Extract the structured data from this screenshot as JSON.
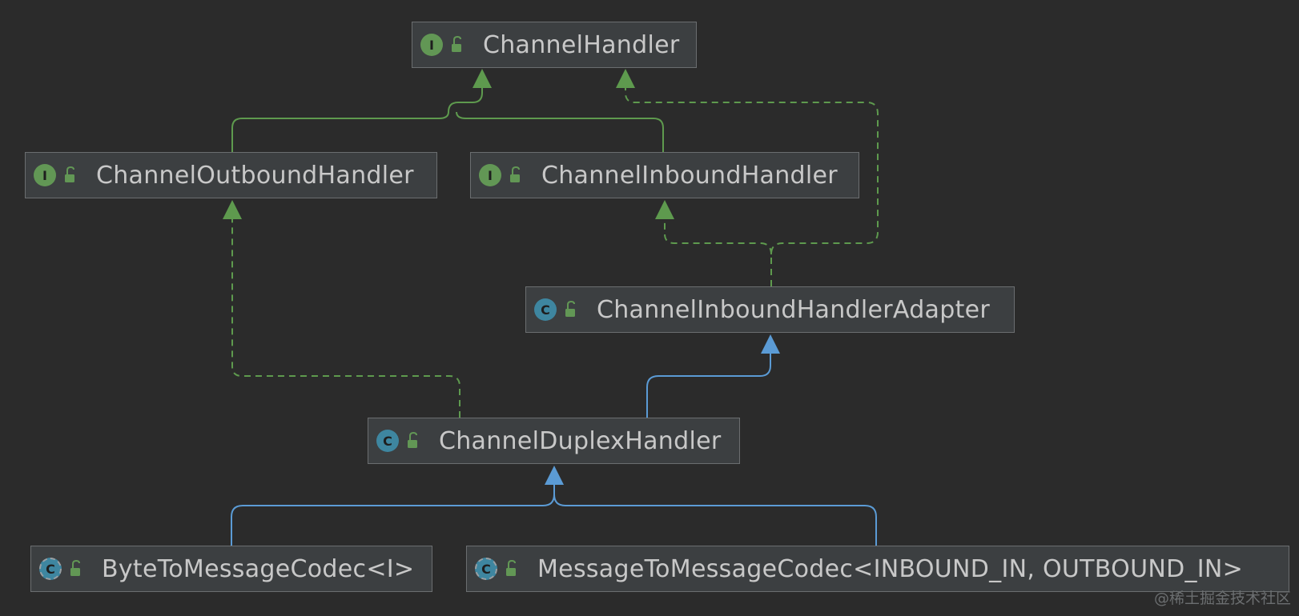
{
  "colors": {
    "background": "#2b2b2b",
    "node_fill": "#3c3f41",
    "node_border": "#6b6e70",
    "text": "#c8c8c8",
    "interface_badge": "#629755",
    "class_badge": "#3e86a0",
    "implements_edge": "#5e9a4e",
    "extends_edge": "#5b9bd5"
  },
  "nodes": {
    "channel_handler": {
      "label": "ChannelHandler",
      "kind": "interface",
      "badge": "I"
    },
    "channel_outbound_handler": {
      "label": "ChannelOutboundHandler",
      "kind": "interface",
      "badge": "I"
    },
    "channel_inbound_handler": {
      "label": "ChannelInboundHandler",
      "kind": "interface",
      "badge": "I"
    },
    "channel_inbound_handler_adapter": {
      "label": "ChannelInboundHandlerAdapter",
      "kind": "class",
      "badge": "C"
    },
    "channel_duplex_handler": {
      "label": "ChannelDuplexHandler",
      "kind": "class",
      "badge": "C"
    },
    "byte_to_message_codec": {
      "label": "ByteToMessageCodec<I>",
      "kind": "abstract-class",
      "badge": "C"
    },
    "message_to_message_codec": {
      "label": "MessageToMessageCodec<INBOUND_IN, OUTBOUND_IN>",
      "kind": "abstract-class",
      "badge": "C"
    }
  },
  "edges": [
    {
      "from": "ChannelOutboundHandler",
      "to": "ChannelHandler",
      "type": "extends-interface"
    },
    {
      "from": "ChannelInboundHandler",
      "to": "ChannelHandler",
      "type": "extends-interface"
    },
    {
      "from": "ChannelInboundHandlerAdapter",
      "to": "ChannelHandler",
      "type": "implements"
    },
    {
      "from": "ChannelInboundHandlerAdapter",
      "to": "ChannelInboundHandler",
      "type": "implements"
    },
    {
      "from": "ChannelDuplexHandler",
      "to": "ChannelOutboundHandler",
      "type": "implements"
    },
    {
      "from": "ChannelDuplexHandler",
      "to": "ChannelInboundHandlerAdapter",
      "type": "extends"
    },
    {
      "from": "ByteToMessageCodec<I>",
      "to": "ChannelDuplexHandler",
      "type": "extends"
    },
    {
      "from": "MessageToMessageCodec<INBOUND_IN, OUTBOUND_IN>",
      "to": "ChannelDuplexHandler",
      "type": "extends"
    }
  ],
  "watermark": "@稀土掘金技术社区"
}
